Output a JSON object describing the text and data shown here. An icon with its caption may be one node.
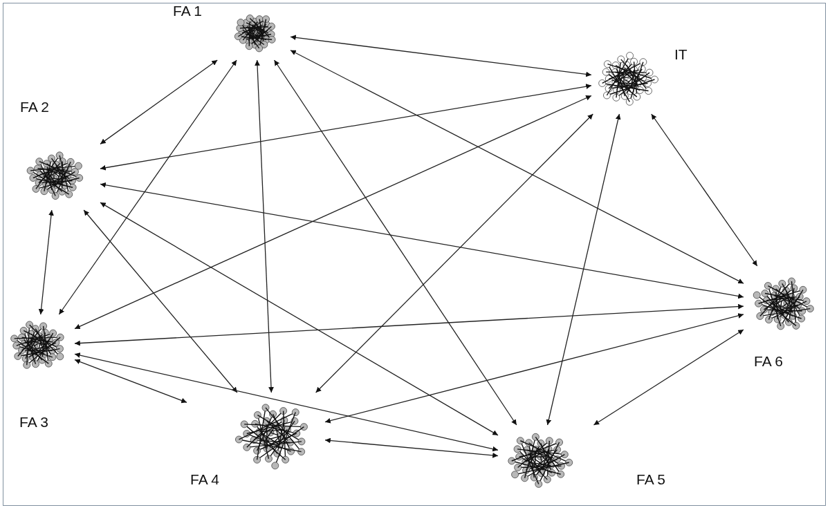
{
  "diagram": {
    "nodes": [
      {
        "text": [
          "FA 1"
        ]
      },
      {
        "text": [
          "IT"
        ]
      },
      {
        "text": [
          "FA 2"
        ]
      },
      {
        "text": [
          "FA 3"
        ]
      },
      {
        "text": [
          "FA 4"
        ]
      },
      {
        "text": [
          "FA 5"
        ]
      },
      {
        "text": [
          "FA 6"
        ]
      }
    ],
    "edges": [
      {
        "from": 0,
        "to": 1,
        "arrow": "both"
      },
      {
        "from": 0,
        "to": 2,
        "arrow": "both"
      },
      {
        "from": 0,
        "to": 3,
        "arrow": "both"
      },
      {
        "from": 0,
        "to": 4,
        "arrow": "both"
      },
      {
        "from": 0,
        "to": 5,
        "arrow": "both"
      },
      {
        "from": 0,
        "to": 6,
        "arrow": "both"
      },
      {
        "from": 1,
        "to": 2,
        "arrow": "both"
      },
      {
        "from": 1,
        "to": 3,
        "arrow": "both"
      },
      {
        "from": 1,
        "to": 4,
        "arrow": "both"
      },
      {
        "from": 1,
        "to": 5,
        "arrow": "both"
      },
      {
        "from": 1,
        "to": 6,
        "arrow": "both"
      },
      {
        "from": 2,
        "to": 3,
        "arrow": "both"
      },
      {
        "from": 2,
        "to": 4,
        "arrow": "both"
      },
      {
        "from": 2,
        "to": 5,
        "arrow": "both"
      },
      {
        "from": 2,
        "to": 6,
        "arrow": "both"
      },
      {
        "from": 3,
        "to": 4,
        "arrow": "both"
      },
      {
        "from": 3,
        "to": 5,
        "arrow": "both"
      },
      {
        "from": 3,
        "to": 6,
        "arrow": "both"
      },
      {
        "from": 4,
        "to": 5,
        "arrow": "both"
      },
      {
        "from": 4,
        "to": 6,
        "arrow": "both"
      },
      {
        "from": 5,
        "to": 6,
        "arrow": "both"
      }
    ]
  }
}
